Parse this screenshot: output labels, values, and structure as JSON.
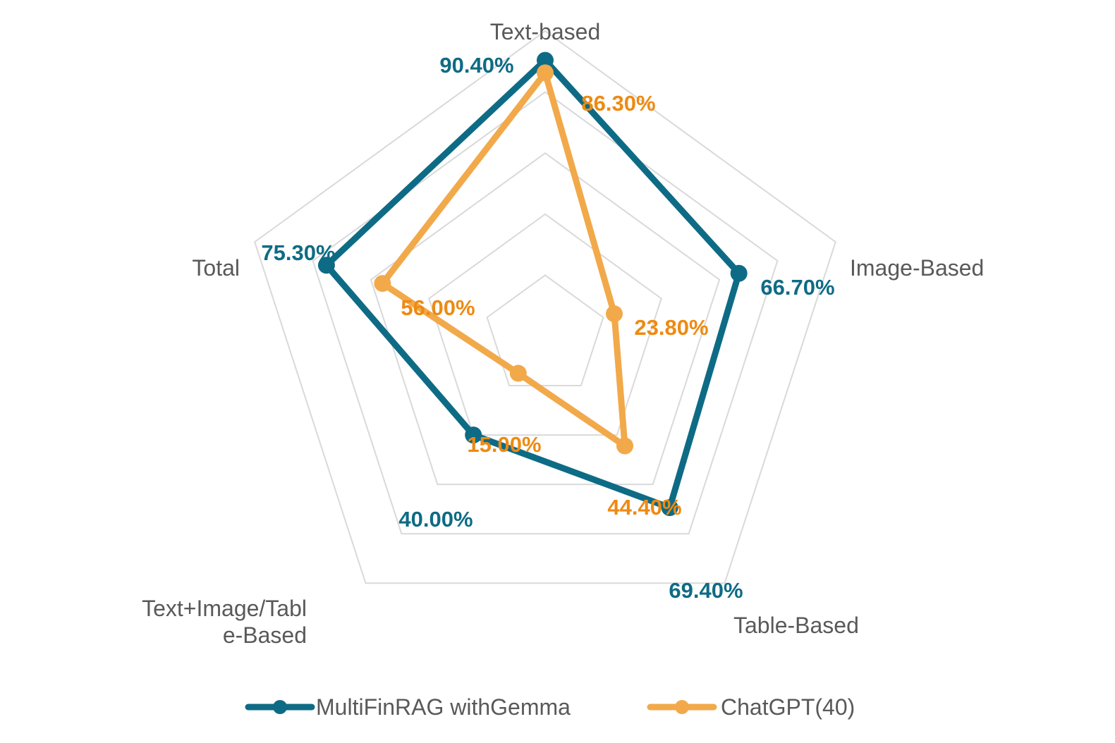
{
  "chart_data": {
    "type": "radar",
    "axes": [
      "Text-based",
      "Image-Based",
      "Table-Based",
      "Text+Image/Table-Based",
      "Total"
    ],
    "axis_label_lines": [
      [
        "Text-based"
      ],
      [
        "Image-Based"
      ],
      [
        "Table-Based"
      ],
      [
        "Text+Image/Tabl",
        "e-Based"
      ],
      [
        "Total"
      ]
    ],
    "rlim": [
      0,
      100
    ],
    "rings": 5,
    "grid": true,
    "legend_position": "bottom",
    "series": [
      {
        "name": "MultiFinRAG withGemma",
        "color": "#0e6b85",
        "values": [
          90.4,
          66.7,
          69.4,
          40.0,
          75.3
        ],
        "labels": [
          "90.40%",
          "66.70%",
          "69.40%",
          "40.00%",
          "75.30%"
        ]
      },
      {
        "name": "ChatGPT(40)",
        "color": "#f2a94a",
        "label_color": "#ee8a12",
        "values": [
          86.3,
          23.8,
          44.4,
          15.0,
          56.0
        ],
        "labels": [
          "86.30%",
          "23.80%",
          "44.40%",
          "15.00%",
          "56.00%"
        ]
      }
    ]
  }
}
